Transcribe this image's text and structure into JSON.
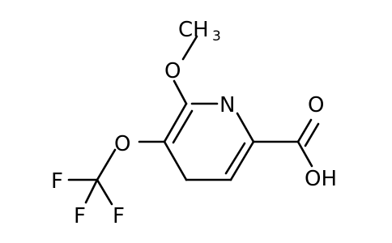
{
  "molecule": {
    "atoms": {
      "methyl_carbon": "CH",
      "methyl_subscript": "3",
      "methoxy_oxygen": "O",
      "ring_nitrogen": "N",
      "ether_oxygen": "O",
      "fluorine_left": "F",
      "fluorine_bottom": "F",
      "fluorine_right": "F",
      "carbonyl_oxygen": "O",
      "hydroxyl_group": "OH"
    },
    "colors": {
      "bond": "#000000",
      "label": "#000000",
      "background": "#ffffff"
    }
  }
}
